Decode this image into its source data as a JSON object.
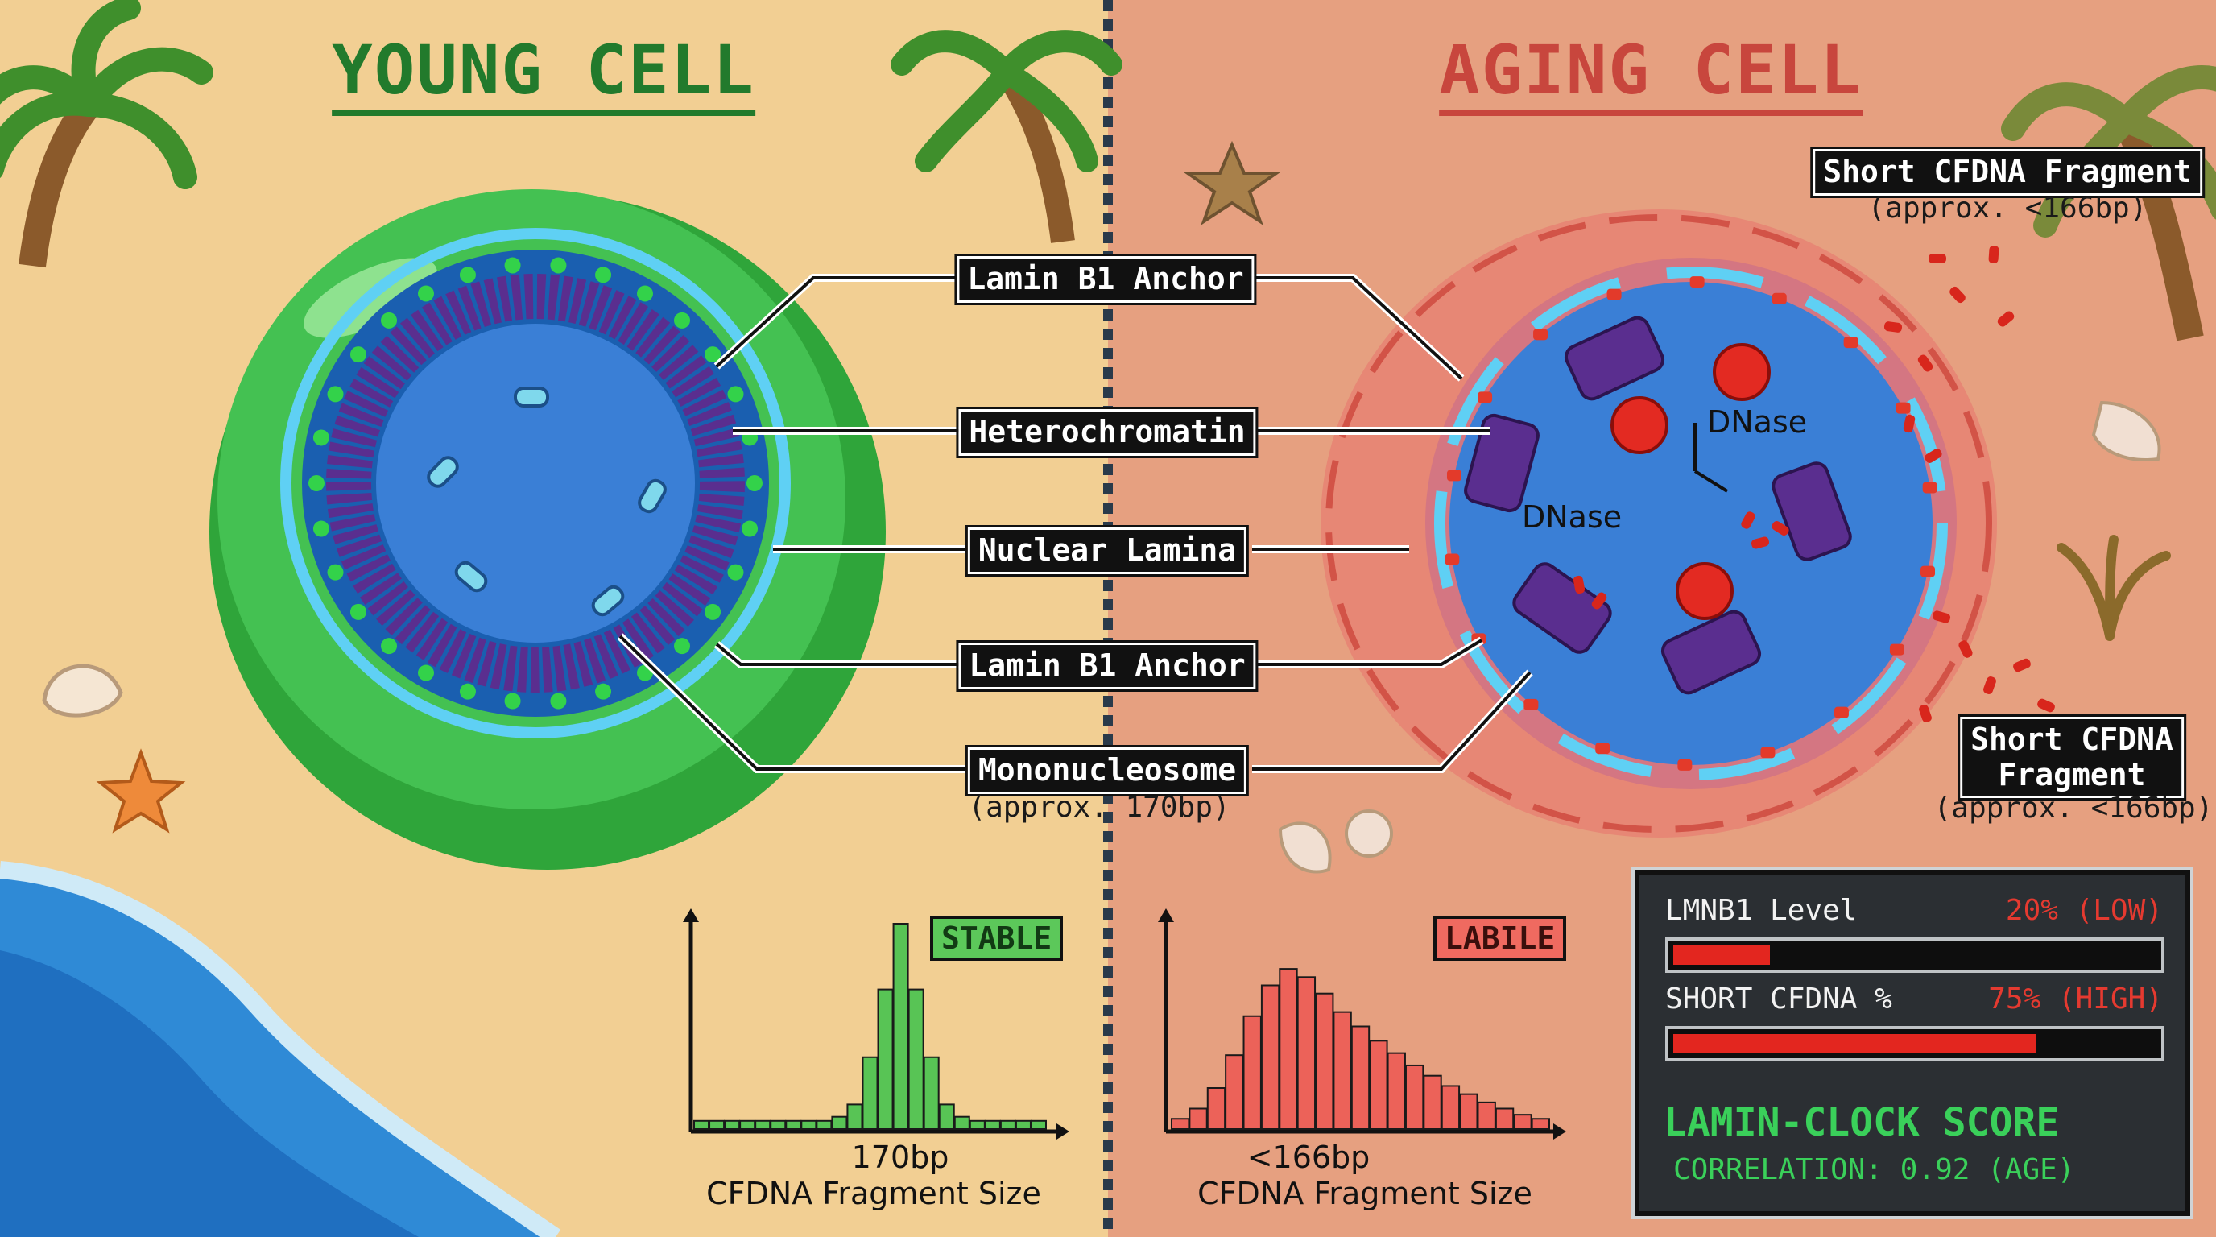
{
  "young": {
    "title": "YOUNG CELL",
    "badge": "STABLE",
    "peak_label": "170bp",
    "axis_label": "CFDNA Fragment Size"
  },
  "aging": {
    "title": "AGING CELL",
    "badge": "LABILE",
    "peak_label": "<166bp",
    "axis_label": "CFDNA Fragment Size",
    "dnase_label": "DNase",
    "short_label_top": "Short CFDNA Fragment",
    "short_sub_top": "(approx. <166bp)",
    "short_label_side_1": "Short CFDNA",
    "short_label_side_2": "Fragment",
    "short_sub_side": "(approx. <166bp)"
  },
  "labels": {
    "lamin_anchor_top": "Lamin B1 Anchor",
    "heterochromatin": "Heterochromatin",
    "nuclear_lamina": "Nuclear Lamina",
    "lamin_anchor_bottom": "Lamin B1 Anchor",
    "mononucleosome": "Mononucleosome",
    "mononucleosome_sub": "(approx. 170bp)"
  },
  "panel": {
    "lmnb1_label": "LMNB1 Level",
    "lmnb1_value": "20% (LOW)",
    "lmnb1_fraction": 0.2,
    "short_label": "SHORT CFDNA %",
    "short_value": "75% (HIGH)",
    "short_fraction": 0.75,
    "score_label": "LAMIN-CLOCK SCORE",
    "correlation": "CORRELATION: 0.92 (AGE)"
  },
  "histograms": {
    "young_heights": [
      0.04,
      0.04,
      0.04,
      0.04,
      0.04,
      0.04,
      0.04,
      0.04,
      0.04,
      0.06,
      0.12,
      0.35,
      0.68,
      1.0,
      0.68,
      0.35,
      0.12,
      0.06,
      0.04,
      0.04,
      0.04,
      0.04,
      0.04
    ],
    "aging_heights": [
      0.05,
      0.1,
      0.2,
      0.36,
      0.55,
      0.7,
      0.78,
      0.74,
      0.66,
      0.57,
      0.5,
      0.43,
      0.37,
      0.31,
      0.26,
      0.21,
      0.17,
      0.13,
      0.1,
      0.07,
      0.05
    ],
    "colors": {
      "young": "#58c455",
      "aging": "#ec6259"
    }
  },
  "colors": {
    "sand": "#f2cf93",
    "aging_bg": "#e6a080",
    "nucleus": "#3a7fd6",
    "membrane": "#3fbc4a",
    "chromatin": "#5a2e8f",
    "dnase": "#e32a22"
  }
}
